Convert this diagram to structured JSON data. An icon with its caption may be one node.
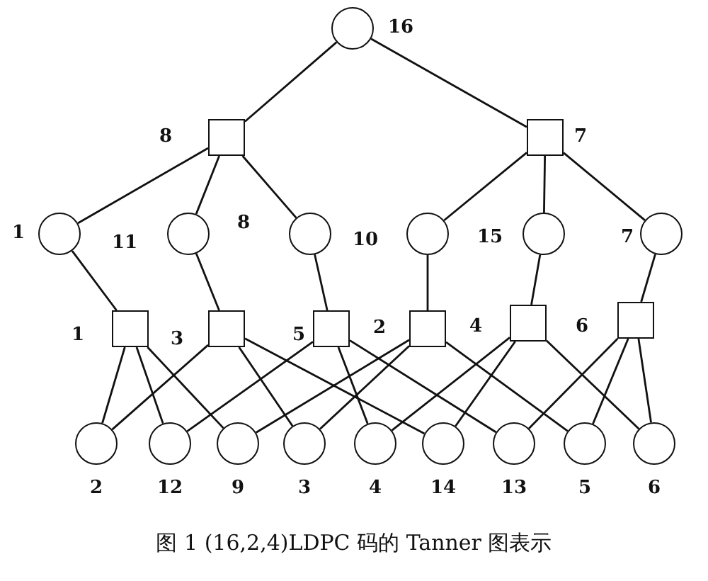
{
  "diagram": {
    "caption": "图 1 (16,2,4)LDPC 码的 Tanner 图表示",
    "nodes": [
      {
        "text": [],
        "shape": "circle",
        "beside": [
          "16"
        ]
      },
      {
        "text": [],
        "shape": "box",
        "beside": [
          "8"
        ]
      },
      {
        "text": [],
        "shape": "box",
        "beside": [
          "7"
        ]
      },
      {
        "text": [],
        "shape": "circle",
        "beside": [
          "1"
        ]
      },
      {
        "text": [],
        "shape": "circle",
        "beside": [
          "11"
        ]
      },
      {
        "text": [],
        "shape": "circle",
        "beside": [
          "8"
        ]
      },
      {
        "text": [],
        "shape": "circle",
        "beside": [
          "10"
        ]
      },
      {
        "text": [],
        "shape": "circle",
        "beside": [
          "15"
        ]
      },
      {
        "text": [],
        "shape": "circle",
        "beside": [
          "7"
        ]
      },
      {
        "text": [],
        "shape": "box",
        "beside": [
          "1"
        ]
      },
      {
        "text": [],
        "shape": "box",
        "beside": [
          "3"
        ]
      },
      {
        "text": [],
        "shape": "box",
        "beside": [
          "5"
        ]
      },
      {
        "text": [],
        "shape": "box",
        "beside": [
          "2"
        ]
      },
      {
        "text": [],
        "shape": "box",
        "beside": [
          "4"
        ]
      },
      {
        "text": [],
        "shape": "box",
        "beside": [
          "6"
        ]
      },
      {
        "text": [],
        "shape": "circle",
        "beside": [
          "2"
        ]
      },
      {
        "text": [],
        "shape": "circle",
        "beside": [
          "12"
        ]
      },
      {
        "text": [],
        "shape": "circle",
        "beside": [
          "9"
        ]
      },
      {
        "text": [],
        "shape": "circle",
        "beside": [
          "3"
        ]
      },
      {
        "text": [],
        "shape": "circle",
        "beside": [
          "4"
        ]
      },
      {
        "text": [],
        "shape": "circle",
        "beside": [
          "14"
        ]
      },
      {
        "text": [],
        "shape": "circle",
        "beside": [
          "13"
        ]
      },
      {
        "text": [],
        "shape": "circle",
        "beside": [
          "5"
        ]
      },
      {
        "text": [],
        "shape": "circle",
        "beside": [
          "6"
        ]
      }
    ],
    "edges": [
      {
        "from": 0,
        "to": 1,
        "arrow": "none"
      },
      {
        "from": 0,
        "to": 2,
        "arrow": "none"
      },
      {
        "from": 1,
        "to": 3,
        "arrow": "none"
      },
      {
        "from": 1,
        "to": 4,
        "arrow": "none"
      },
      {
        "from": 1,
        "to": 5,
        "arrow": "none"
      },
      {
        "from": 2,
        "to": 6,
        "arrow": "none"
      },
      {
        "from": 2,
        "to": 7,
        "arrow": "none"
      },
      {
        "from": 2,
        "to": 8,
        "arrow": "none"
      },
      {
        "from": 3,
        "to": 9,
        "arrow": "none"
      },
      {
        "from": 4,
        "to": 10,
        "arrow": "none"
      },
      {
        "from": 5,
        "to": 11,
        "arrow": "none"
      },
      {
        "from": 6,
        "to": 12,
        "arrow": "none"
      },
      {
        "from": 7,
        "to": 13,
        "arrow": "none"
      },
      {
        "from": 8,
        "to": 14,
        "arrow": "none"
      },
      {
        "from": 9,
        "to": 15,
        "arrow": "none"
      },
      {
        "from": 9,
        "to": 16,
        "arrow": "none"
      },
      {
        "from": 9,
        "to": 17,
        "arrow": "none"
      },
      {
        "from": 10,
        "to": 15,
        "arrow": "none"
      },
      {
        "from": 10,
        "to": 18,
        "arrow": "none"
      },
      {
        "from": 10,
        "to": 20,
        "arrow": "none"
      },
      {
        "from": 11,
        "to": 16,
        "arrow": "none"
      },
      {
        "from": 11,
        "to": 19,
        "arrow": "none"
      },
      {
        "from": 11,
        "to": 21,
        "arrow": "none"
      },
      {
        "from": 12,
        "to": 17,
        "arrow": "none"
      },
      {
        "from": 12,
        "to": 18,
        "arrow": "none"
      },
      {
        "from": 12,
        "to": 22,
        "arrow": "none"
      },
      {
        "from": 13,
        "to": 19,
        "arrow": "none"
      },
      {
        "from": 13,
        "to": 20,
        "arrow": "none"
      },
      {
        "from": 13,
        "to": 23,
        "arrow": "none"
      },
      {
        "from": 14,
        "to": 21,
        "arrow": "none"
      },
      {
        "from": 14,
        "to": 22,
        "arrow": "none"
      },
      {
        "from": 14,
        "to": 23,
        "arrow": "none"
      }
    ]
  }
}
